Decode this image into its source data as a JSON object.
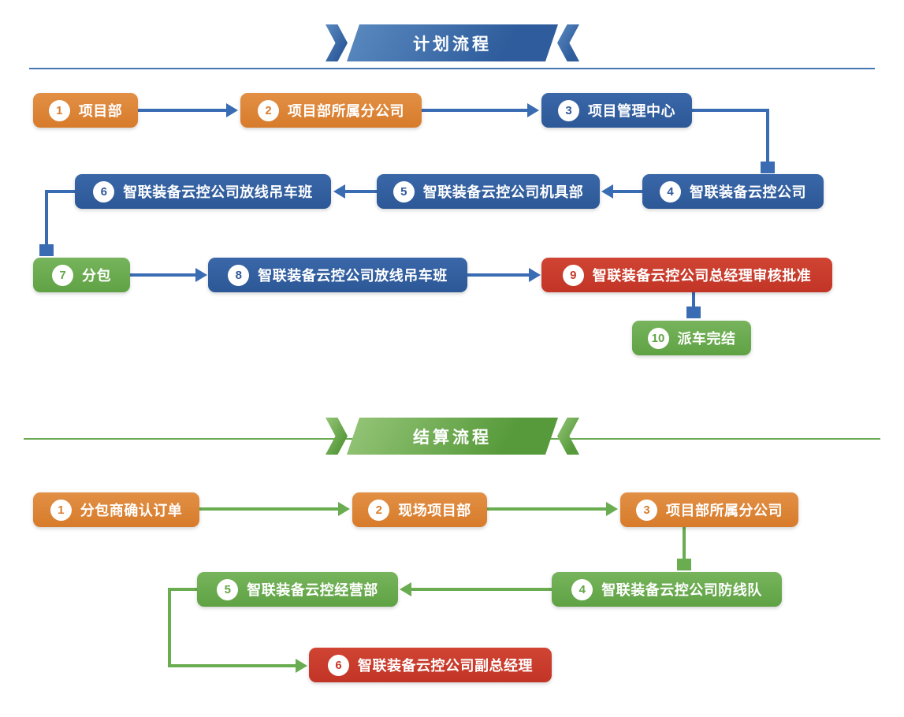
{
  "plan": {
    "banner": "计划流程",
    "nodes": [
      {
        "num": "1",
        "label": "项目部"
      },
      {
        "num": "2",
        "label": "项目部所属分公司"
      },
      {
        "num": "3",
        "label": "项目管理中心"
      },
      {
        "num": "4",
        "label": "智联装备云控公司"
      },
      {
        "num": "5",
        "label": "智联装备云控公司机具部"
      },
      {
        "num": "6",
        "label": "智联装备云控公司放线吊车班"
      },
      {
        "num": "7",
        "label": "分包"
      },
      {
        "num": "8",
        "label": "智联装备云控公司放线吊车班"
      },
      {
        "num": "9",
        "label": "智联装备云控公司总经理审核批准"
      },
      {
        "num": "10",
        "label": "派车完结"
      }
    ]
  },
  "settlement": {
    "banner": "结算流程",
    "nodes": [
      {
        "num": "1",
        "label": "分包商确认订单"
      },
      {
        "num": "2",
        "label": "现场项目部"
      },
      {
        "num": "3",
        "label": "项目部所属分公司"
      },
      {
        "num": "4",
        "label": "智联装备云控公司防线队"
      },
      {
        "num": "5",
        "label": "智联装备云控经营部"
      },
      {
        "num": "6",
        "label": "智联装备云控公司副总经理"
      }
    ]
  },
  "colors": {
    "plan_accent": "#2e5c9c",
    "settlement_accent": "#6aac50",
    "box_orange": "#dd8435",
    "box_blue": "#30599a",
    "box_green": "#68a94e",
    "box_red": "#c53a2b"
  }
}
